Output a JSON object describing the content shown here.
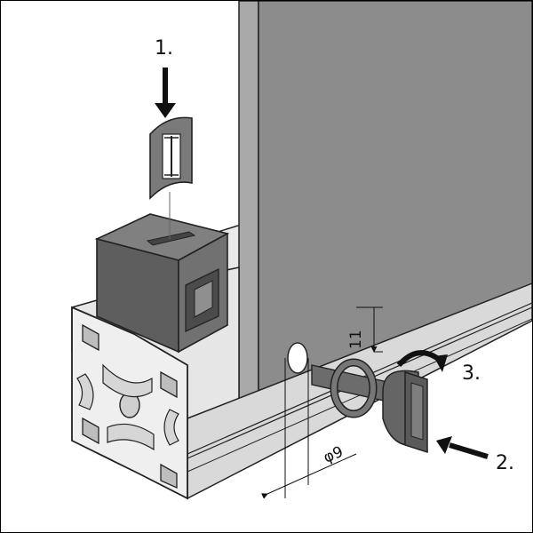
{
  "steps": [
    "1.",
    "2.",
    "3."
  ],
  "dimensions": {
    "diameter": "φ9",
    "offset": "11"
  },
  "colors": {
    "panel_face": "#8a8a8a",
    "panel_edge": "#a7a7a7",
    "profile_light": "#e7e7e7",
    "profile_mid": "#c9c9c9",
    "block_top": "#7d7d7d",
    "block_side": "#5a5a5a",
    "hardware": "#6e6e6e",
    "ink": "#111111"
  },
  "icons": [
    "down-arrow-icon",
    "left-arrow-icon",
    "curved-arrow-icon"
  ]
}
